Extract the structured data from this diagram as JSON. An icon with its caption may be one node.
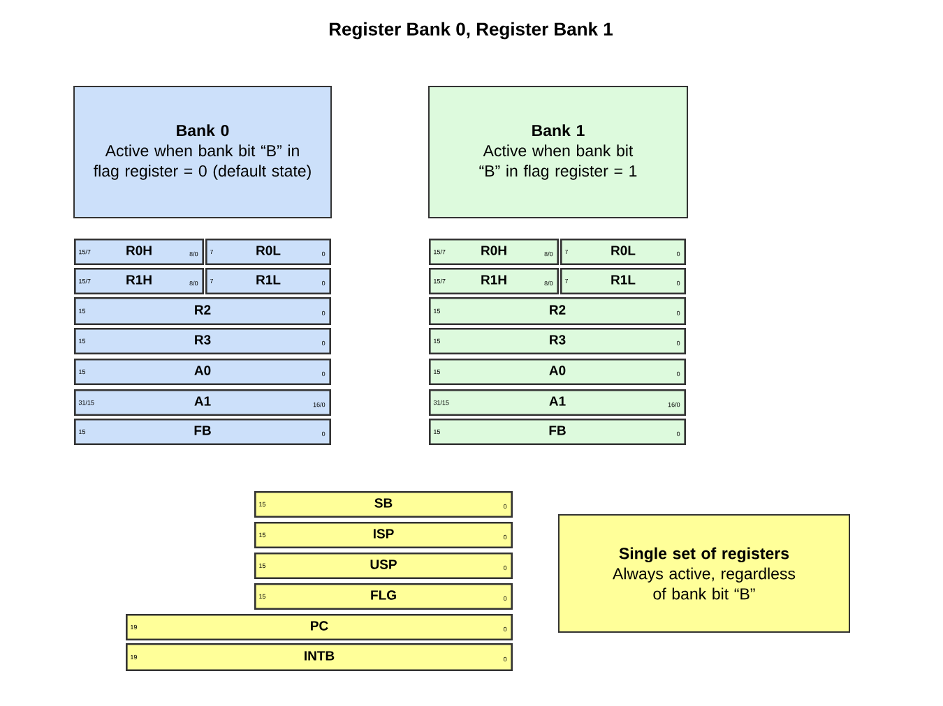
{
  "diagram": {
    "title": "Register Bank 0, Register Bank 1",
    "nodes": [
      {
        "text": [
          "Bank 0",
          "Active when bank bit “B” in flag register = 0 (default state)"
        ]
      },
      {
        "text": [
          "Bank 1",
          "Active when bank bit “B” in flag register = 1"
        ]
      },
      {
        "text": [
          "15/7",
          "R0H",
          "8/0"
        ]
      },
      {
        "text": [
          "7",
          "R0L",
          "0"
        ]
      },
      {
        "text": [
          "15/7",
          "R0H",
          "8/0"
        ]
      },
      {
        "text": [
          "7",
          "R0L",
          "0"
        ]
      },
      {
        "text": [
          "15/7",
          "R1H",
          "8/0"
        ]
      },
      {
        "text": [
          "7",
          "R1L",
          "0"
        ]
      },
      {
        "text": [
          "15/7",
          "R1H",
          "8/0"
        ]
      },
      {
        "text": [
          "7",
          "R1L",
          "0"
        ]
      },
      {
        "text": [
          "15",
          "R2",
          "0"
        ]
      },
      {
        "text": [
          "15",
          "R2",
          "0"
        ]
      },
      {
        "text": [
          "15",
          "R3",
          "0"
        ]
      },
      {
        "text": [
          "15",
          "R3",
          "0"
        ]
      },
      {
        "text": [
          "15",
          "A0",
          "0"
        ]
      },
      {
        "text": [
          "15",
          "A0",
          "0"
        ]
      },
      {
        "text": [
          "31/15",
          "A1",
          "16/0"
        ]
      },
      {
        "text": [
          "31/15",
          "A1",
          "16/0"
        ]
      },
      {
        "text": [
          "15",
          "FB",
          "0"
        ]
      },
      {
        "text": [
          "15",
          "FB",
          "0"
        ]
      },
      {
        "text": [
          "15",
          "SB",
          "0"
        ]
      },
      {
        "text": [
          "15",
          "ISP",
          "0"
        ]
      },
      {
        "text": [
          "15",
          "USP",
          "0"
        ]
      },
      {
        "text": [
          "15",
          "FLG",
          "0"
        ]
      },
      {
        "text": [
          "Single set of registers",
          "Always active, regardless of bank bit “B”"
        ]
      },
      {
        "text": [
          "19",
          "PC",
          "0"
        ]
      },
      {
        "text": [
          "19",
          "INTB",
          "0"
        ]
      }
    ]
  }
}
